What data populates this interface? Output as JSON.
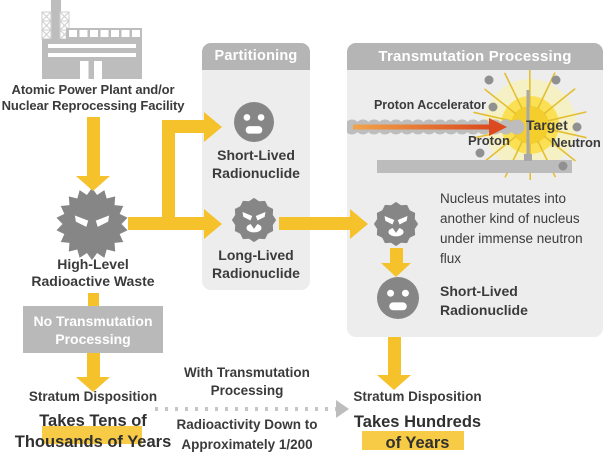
{
  "palette": {
    "arrow_yellow": "#F5C22B",
    "highlight_yellow": "#F7CB45",
    "panel_bg": "#EDEDED",
    "panel_header_gray": "#B5B5B5",
    "label_box_gray": "#B9B9B9",
    "icon_gray": "#868686",
    "factory_gray": "#BDBDBD",
    "text_dark": "#3B3B3B",
    "accelerator_arrow_red": "#DC4A1F",
    "burst_outer_yellow": "#F6F1C4",
    "burst_mid_yellow": "#FBE053",
    "burst_core_yellow": "#F3CE2D",
    "neutron_dot_gray": "#909090",
    "dotted_arrow_gray": "#C6C6C6"
  },
  "left_flow": {
    "facility_caption": [
      "Atomic Power Plant and/or",
      "Nuclear Reprocessing Facility"
    ],
    "waste_caption": [
      "High-Level",
      "Radioactive Waste"
    ],
    "no_processing_box": [
      "No Transmutation",
      "Processing"
    ],
    "stratum_label": "Stratum Disposition",
    "duration": [
      "Takes Tens of",
      "Thousands of Years"
    ]
  },
  "partitioning": {
    "title": "Partitioning",
    "short_lived": [
      "Short-Lived",
      "Radionuclide"
    ],
    "long_lived": [
      "Long-Lived",
      "Radionuclide"
    ]
  },
  "transmutation": {
    "title": "Transmutation Processing",
    "accelerator_label": "Proton Accelerator",
    "proton_label": "Proton",
    "target_label": "Target",
    "neutron_label": "Neutron",
    "mutation_note": "Nucleus mutates into another kind of nucleus under immense neutron flux",
    "short_lived": [
      "Short-Lived",
      "Radionuclide"
    ]
  },
  "bottom_center": {
    "with_processing": [
      "With Transmutation",
      "Processing"
    ],
    "radioactivity": [
      "Radioactivity Down to",
      "Approximately 1/200"
    ]
  },
  "right_flow": {
    "stratum_label": "Stratum Disposition",
    "duration": [
      "Takes Hundreds",
      "of Years"
    ]
  }
}
